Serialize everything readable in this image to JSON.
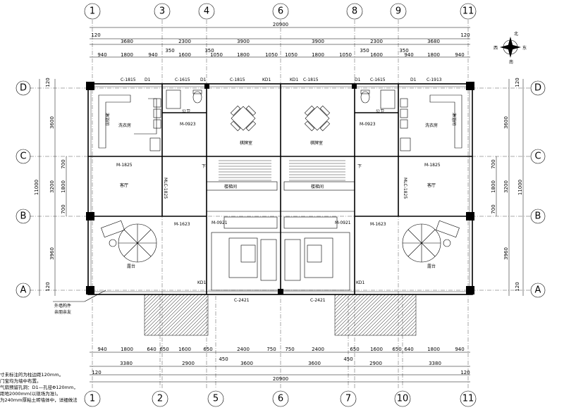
{
  "axes": {
    "top": [
      {
        "label": "1"
      },
      {
        "label": "3"
      },
      {
        "label": "4"
      },
      {
        "label": "6"
      },
      {
        "label": "8"
      },
      {
        "label": "9"
      },
      {
        "label": "11"
      }
    ],
    "bottom": [
      {
        "label": "1"
      },
      {
        "label": "2"
      },
      {
        "label": "5"
      },
      {
        "label": "6"
      },
      {
        "label": "7"
      },
      {
        "label": "10"
      },
      {
        "label": "11"
      }
    ],
    "rows": [
      {
        "label": "D"
      },
      {
        "label": "C"
      },
      {
        "label": "B"
      },
      {
        "label": "A"
      }
    ]
  },
  "dims": {
    "top_total": "20900",
    "top_edge": "120",
    "top_row1": [
      "3680",
      "2300",
      "3900",
      "3900",
      "2300",
      "3680"
    ],
    "top_row2": [
      "940",
      "1800",
      "940",
      "350",
      "1600",
      "350",
      "1050",
      "1800",
      "1050",
      "1050",
      "1800",
      "1050",
      "350",
      "1600",
      "350",
      "940",
      "1800",
      "940"
    ],
    "bottom_row1": [
      "940",
      "1800",
      "640",
      "650",
      "1600",
      "650",
      "2400",
      "750",
      "750",
      "2400",
      "650",
      "1600",
      "650",
      "640",
      "1800",
      "940"
    ],
    "bottom_row2": [
      "3380",
      "2900",
      "3600",
      "3600",
      "2900",
      "3380"
    ],
    "bottom_edge": "120",
    "bottom_total": "20900",
    "bottom_small": [
      "450",
      "450"
    ],
    "left_outer": "11000",
    "left_inner": [
      "3600",
      "3200",
      "3960"
    ],
    "left_detail": [
      "700",
      "1800",
      "700"
    ],
    "left_edge": "120"
  },
  "labels": {
    "c1815": "C-1815",
    "c1615": "C-1615",
    "c1913": "C-1913",
    "c2421": "C-2421",
    "d1": "D1",
    "kd1": "KD1",
    "m1825": "M-1825",
    "m1623": "M-1623",
    "m0921": "M-0921",
    "m0923": "M-0923",
    "mlc": "MLC-1825",
    "laundry": "洗衣房",
    "shower": "淋浴间",
    "toilet": "公卫",
    "chess": "棋牌室",
    "living": "客厅",
    "stairs": "楼梯间",
    "terrace": "露台",
    "down": "下",
    "side_note_1": "外墙构件",
    "side_note_2": "亲朋亲友"
  },
  "compass": {
    "n": "北",
    "s": "南",
    "e": "东",
    "w": "西"
  },
  "notes": [
    "寸未标注的为柱边距120mm。",
    "门宝均为墙中布置。",
    "气扇预留孔洞：D1—孔径Φ120mm，",
    "距地2000mm(以现场为准)。",
    "为240mm厚粘土砖墙体中，详细做法"
  ]
}
